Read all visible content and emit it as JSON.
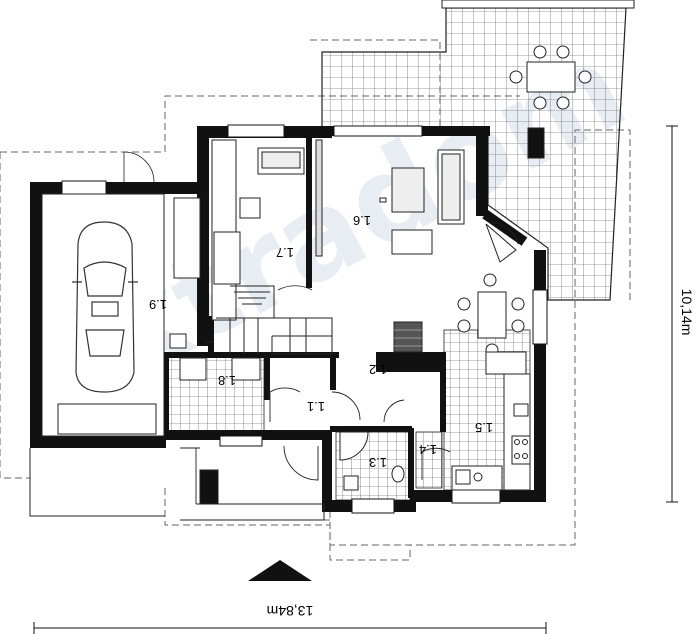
{
  "floor_plan": {
    "rooms": [
      {
        "id": "1.1",
        "label": "1.1"
      },
      {
        "id": "1.2",
        "label": "1.2"
      },
      {
        "id": "1.3",
        "label": "1.3"
      },
      {
        "id": "1.4",
        "label": "1.4"
      },
      {
        "id": "1.5",
        "label": "1.5"
      },
      {
        "id": "1.6",
        "label": "1.6"
      },
      {
        "id": "1.7",
        "label": "1.7"
      },
      {
        "id": "1.8",
        "label": "1.8"
      },
      {
        "id": "1.9",
        "label": "1.9"
      }
    ],
    "dimensions": {
      "width_label": "13,84m",
      "depth_label": "10,14m"
    },
    "watermark_text": "extradom"
  }
}
